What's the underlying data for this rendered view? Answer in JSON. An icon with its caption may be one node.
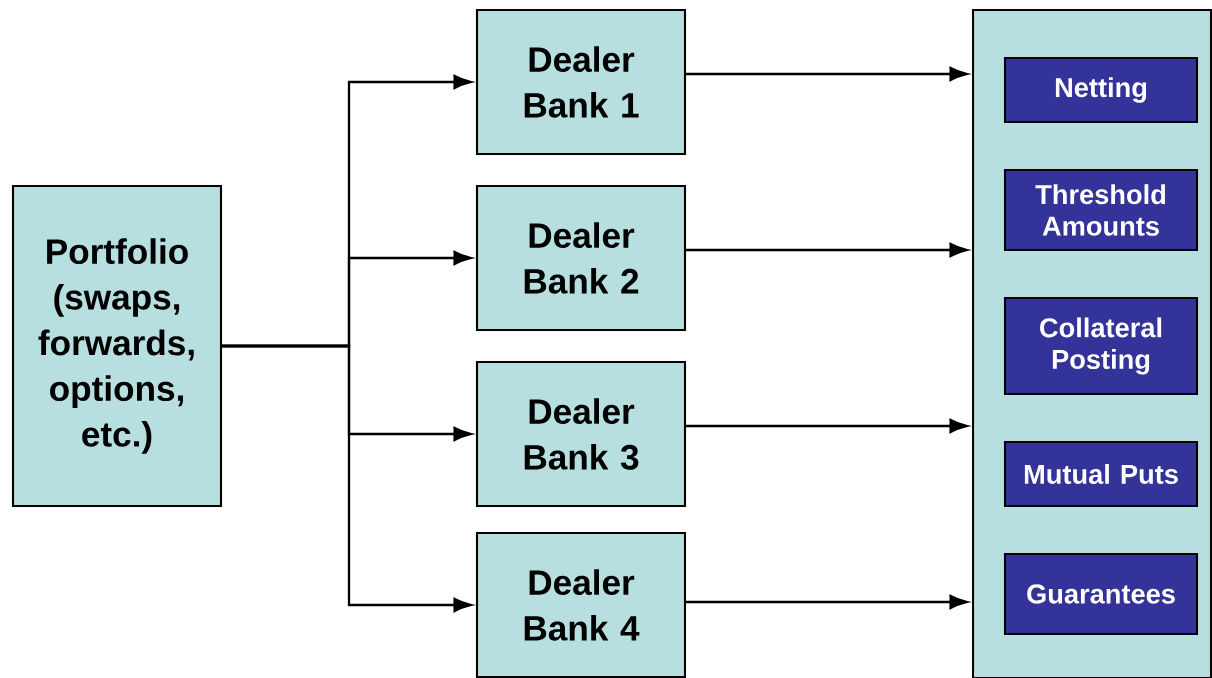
{
  "diagram": {
    "nodes": [
      {
        "text": [
          "Portfolio (swaps, forwards, options, etc.)"
        ]
      },
      {
        "text": [
          "Dealer Bank 1"
        ]
      },
      {
        "text": [
          "Dealer Bank 2"
        ]
      },
      {
        "text": [
          "Dealer Bank 3"
        ]
      },
      {
        "text": [
          "Dealer Bank 4"
        ]
      },
      {
        "text": [],
        "shape": "box"
      },
      {
        "text": [
          "Netting"
        ],
        "in": 5
      },
      {
        "text": [
          "Threshold Amounts"
        ],
        "in": 5
      },
      {
        "text": [
          "Collateral Posting"
        ],
        "in": 5
      },
      {
        "text": [
          "Mutual Puts"
        ],
        "in": 5
      },
      {
        "text": [
          "Guarantees"
        ],
        "in": 5
      }
    ],
    "edges": [
      {
        "from": 0,
        "to": 1,
        "arrow": "to"
      },
      {
        "from": 0,
        "to": 2,
        "arrow": "to"
      },
      {
        "from": 0,
        "to": 3,
        "arrow": "to"
      },
      {
        "from": 0,
        "to": 4,
        "arrow": "to"
      },
      {
        "from": 1,
        "to": 5,
        "arrow": "to"
      },
      {
        "from": 2,
        "to": 5,
        "arrow": "to"
      },
      {
        "from": 3,
        "to": 5,
        "arrow": "to"
      },
      {
        "from": 4,
        "to": 5,
        "arrow": "to"
      }
    ]
  }
}
